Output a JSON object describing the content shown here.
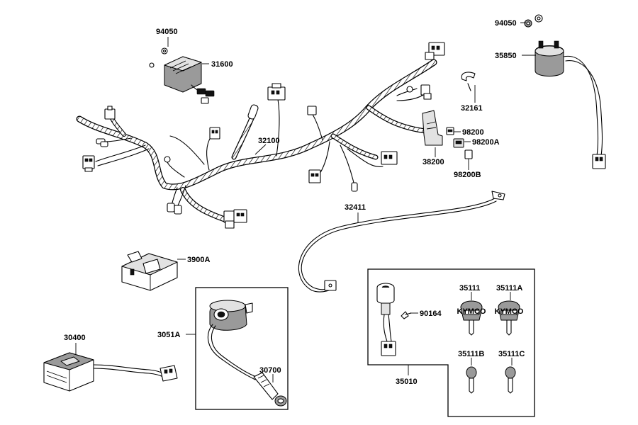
{
  "parts": {
    "p94050_top": "94050",
    "p31600": "31600",
    "p94050_right": "94050",
    "p35850": "35850",
    "p32161": "32161",
    "p32100": "32100",
    "p98200": "98200",
    "p98200A": "98200A",
    "p38200": "38200",
    "p98200B": "98200B",
    "p32411": "32411",
    "p3900A": "3900A",
    "p3051A": "3051A",
    "p30700": "30700",
    "p30400": "30400",
    "p35111": "35111",
    "p35111A": "35111A",
    "p90164": "90164",
    "p35111B": "35111B",
    "p35111C": "35111C",
    "p35010": "35010"
  },
  "key_brand": "KYMCO"
}
